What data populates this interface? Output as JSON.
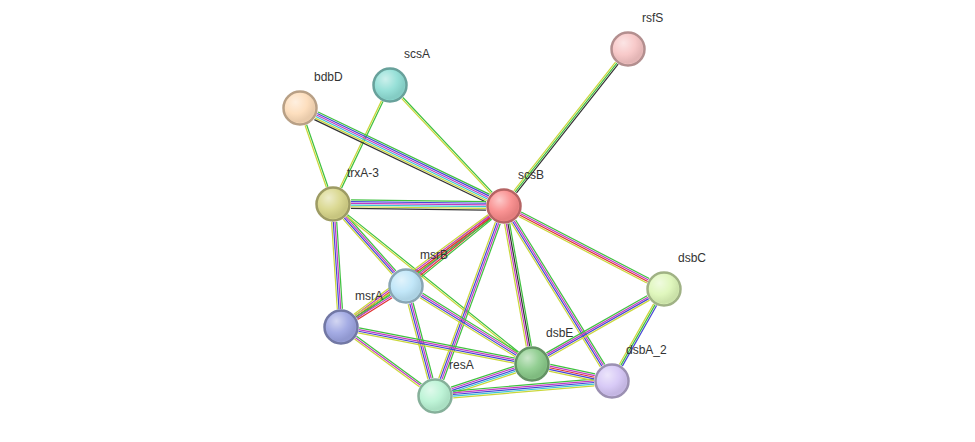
{
  "diagram": {
    "nodes": [
      {
        "text": [
          "rsfS"
        ]
      },
      {
        "text": [
          "scsA"
        ]
      },
      {
        "text": [
          "bdbD"
        ]
      },
      {
        "text": [
          "trxA-3"
        ]
      },
      {
        "text": [
          "scsB"
        ]
      },
      {
        "text": [
          "msrB"
        ]
      },
      {
        "text": [
          "dsbC"
        ]
      },
      {
        "text": [
          "msrA"
        ]
      },
      {
        "text": [
          "dsbE"
        ]
      },
      {
        "text": [
          "dsbA_2"
        ]
      },
      {
        "text": [
          "resA"
        ]
      }
    ],
    "edges": [
      {
        "from": 0,
        "to": 4,
        "arrow": "none"
      },
      {
        "from": 1,
        "to": 4,
        "arrow": "none"
      },
      {
        "from": 1,
        "to": 3,
        "arrow": "none"
      },
      {
        "from": 2,
        "to": 4,
        "arrow": "none"
      },
      {
        "from": 2,
        "to": 3,
        "arrow": "none"
      },
      {
        "from": 3,
        "to": 4,
        "arrow": "none"
      },
      {
        "from": 3,
        "to": 5,
        "arrow": "none"
      },
      {
        "from": 3,
        "to": 7,
        "arrow": "none"
      },
      {
        "from": 3,
        "to": 8,
        "arrow": "none"
      },
      {
        "from": 4,
        "to": 5,
        "arrow": "none"
      },
      {
        "from": 4,
        "to": 7,
        "arrow": "none"
      },
      {
        "from": 4,
        "to": 10,
        "arrow": "none"
      },
      {
        "from": 4,
        "to": 8,
        "arrow": "none"
      },
      {
        "from": 4,
        "to": 9,
        "arrow": "none"
      },
      {
        "from": 4,
        "to": 6,
        "arrow": "none"
      },
      {
        "from": 5,
        "to": 7,
        "arrow": "none"
      },
      {
        "from": 5,
        "to": 10,
        "arrow": "none"
      },
      {
        "from": 5,
        "to": 8,
        "arrow": "none"
      },
      {
        "from": 7,
        "to": 10,
        "arrow": "none"
      },
      {
        "from": 7,
        "to": 8,
        "arrow": "none"
      },
      {
        "from": 10,
        "to": 8,
        "arrow": "none"
      },
      {
        "from": 10,
        "to": 9,
        "arrow": "none"
      },
      {
        "from": 8,
        "to": 9,
        "arrow": "none"
      },
      {
        "from": 8,
        "to": 6,
        "arrow": "none"
      },
      {
        "from": 6,
        "to": 9,
        "arrow": "none"
      }
    ]
  }
}
